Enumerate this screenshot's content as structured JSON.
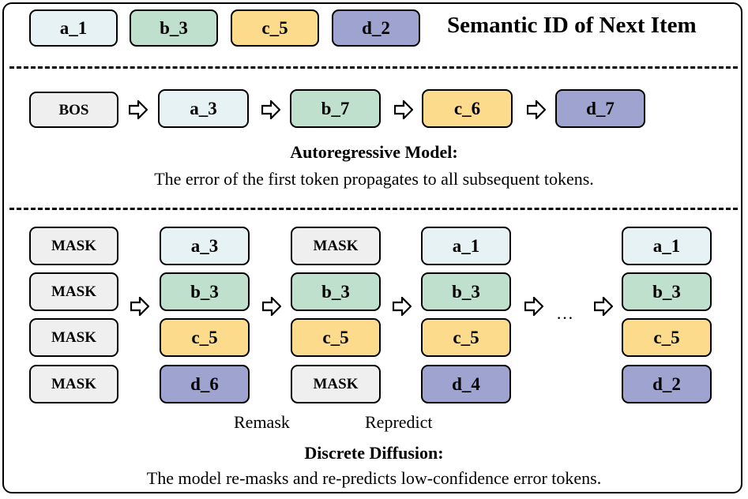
{
  "colors": {
    "a": "#e6f2f4",
    "b": "#bfe0cc",
    "c": "#fcdb8c",
    "d": "#9fa3cf",
    "mask": "#efefef",
    "border": "#000000"
  },
  "header": {
    "title": "Semantic ID of Next Item",
    "tokens": [
      "a_1",
      "b_3",
      "c_5",
      "d_2"
    ]
  },
  "autoregressive": {
    "tokens": [
      "BOS",
      "a_3",
      "b_7",
      "c_6",
      "d_7"
    ],
    "caption_title": "Autoregressive Model:",
    "caption_text": "The error of the first token propagates to all subsequent tokens."
  },
  "diffusion": {
    "col0": [
      "MASK",
      "MASK",
      "MASK",
      "MASK"
    ],
    "col1": [
      "a_3",
      "b_3",
      "c_5",
      "d_6"
    ],
    "col2": [
      "MASK",
      "b_3",
      "c_5",
      "MASK"
    ],
    "col3": [
      "a_1",
      "b_3",
      "c_5",
      "d_4"
    ],
    "col4": [
      "a_1",
      "b_3",
      "c_5",
      "d_2"
    ],
    "ellipsis": "…",
    "remask_label": "Remask",
    "repredict_label": "Repredict",
    "caption_title": "Discrete Diffusion:",
    "caption_text": "The model re-masks and re-predicts low-confidence error tokens."
  }
}
